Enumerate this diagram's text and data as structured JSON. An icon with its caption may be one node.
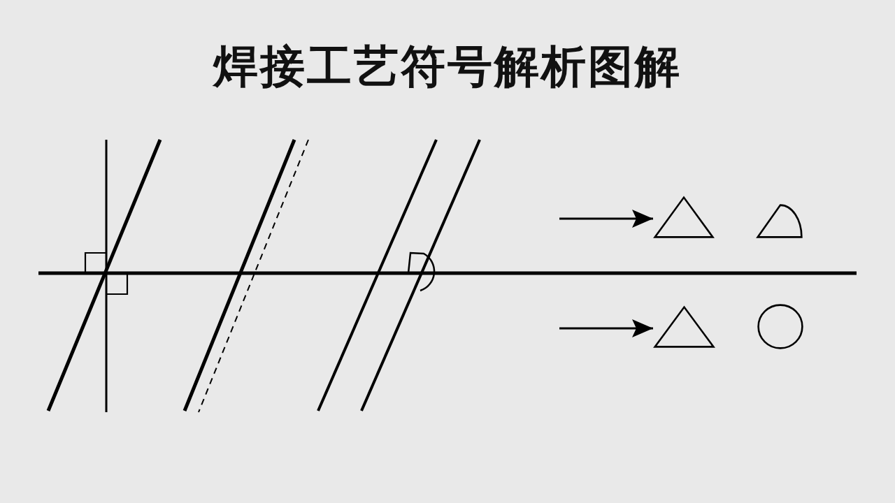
{
  "diagram": {
    "title": "焊接工艺符号解析图解",
    "nodes": [
      {
        "text": [],
        "shape": "triangle"
      },
      {
        "text": [],
        "shape": "sector"
      },
      {
        "text": [],
        "shape": "triangle"
      },
      {
        "text": [],
        "shape": "circle"
      }
    ],
    "edges": [
      {
        "from": null,
        "to": 0,
        "arrow": "to"
      },
      {
        "from": null,
        "to": 2,
        "arrow": "to"
      }
    ]
  }
}
